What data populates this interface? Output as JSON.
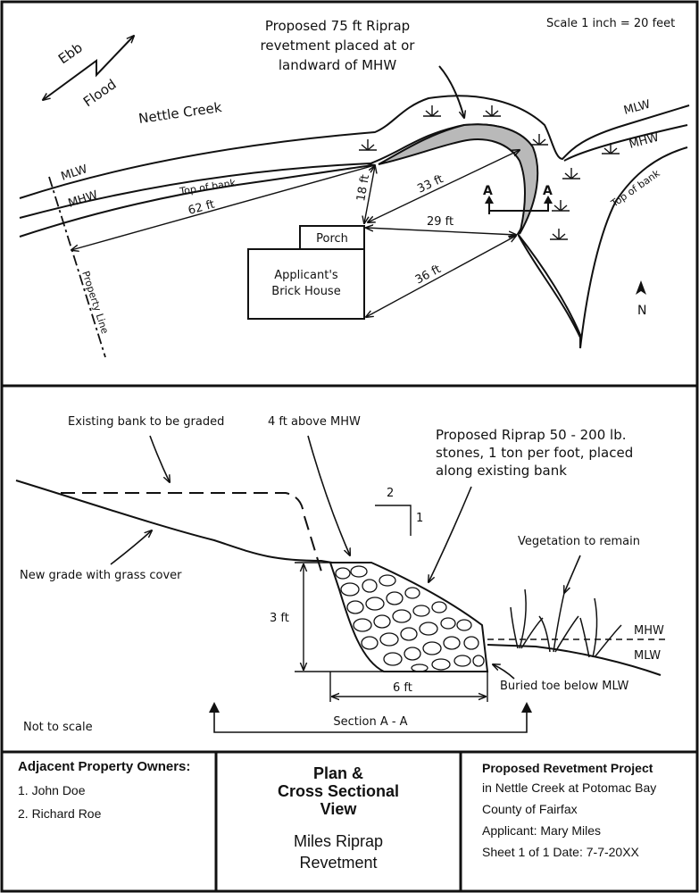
{
  "plan": {
    "scale": "Scale 1 inch = 20 feet",
    "ebb": "Ebb",
    "flood": "Flood",
    "creek": "Nettle Creek",
    "proposal_lines": [
      "Proposed 75 ft Riprap",
      "revetment placed at or",
      "landward of MHW"
    ],
    "mlw_left": "MLW",
    "mhw_left": "MHW",
    "mlw_right": "MLW",
    "mhw_right": "MHW",
    "top_of_bank_left": "Top of bank",
    "top_of_bank_right": "Top of bank",
    "dim_62": "62 ft",
    "dim_18": "18 ft",
    "dim_33": "33 ft",
    "dim_29": "29 ft",
    "dim_36": "36 ft",
    "porch": "Porch",
    "house_lines": [
      "Applicant's",
      "Brick House"
    ],
    "property_line": "Property Line",
    "section_a_left": "A",
    "section_a_right": "A",
    "north": "N"
  },
  "section": {
    "existing_bank": "Existing bank to be graded",
    "above_mhw": "4 ft above MHW",
    "riprap_lines": [
      "Proposed Riprap 50 - 200 lb.",
      "stones, 1 ton per foot, placed",
      "along existing bank"
    ],
    "slope_run": "2",
    "slope_rise": "1",
    "new_grade": "New grade with grass cover",
    "vegetation": "Vegetation to remain",
    "mhw": "MHW",
    "mlw": "MLW",
    "dim_3ft": "3 ft",
    "dim_6ft": "6 ft",
    "buried_toe": "Buried toe below MLW",
    "section_label": "Section A - A",
    "not_to_scale": "Not to scale"
  },
  "titleblock": {
    "adjacent": {
      "heading": "Adjacent Property Owners:",
      "owners": [
        "1. John Doe",
        "2. Richard Roe"
      ]
    },
    "center": {
      "title_lines": [
        "Plan &",
        "Cross Sectional",
        "View"
      ],
      "subtitle_lines": [
        "Miles Riprap",
        "Revetment"
      ]
    },
    "project": {
      "heading": "Proposed Revetment Project",
      "lines": [
        "in Nettle Creek at Potomac Bay",
        "County of Fairfax",
        "Applicant:  Mary Miles",
        "Sheet 1 of 1    Date:  7-7-20XX"
      ]
    }
  },
  "colors": {
    "ink": "#111111",
    "riprap_fill": "#b9b9b9",
    "paper": "#ffffff"
  }
}
